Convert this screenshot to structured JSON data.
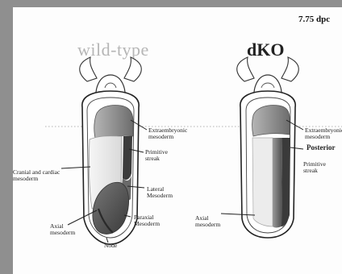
{
  "slide": {
    "stage_label": "7.75 dpc",
    "wildtype_title": "wild-type",
    "dko_title": "dKO"
  },
  "colors": {
    "background": "#8f8f8f",
    "slide": "#fdfdfd",
    "extraembryonic_mesoderm": "#8a8a8a",
    "primitive_streak": "#3c3c3c",
    "paraxial_mesoderm": "#4a4a4a",
    "cranial_mesoderm": "#e8e8e8",
    "axial_mesoderm": "#585858"
  },
  "wildtype_labels": {
    "extraembryonic_mesoderm": "Extraembryonic\nmesoderm",
    "primitive_streak": "Primitive\nstreak",
    "cranial_cardiac_mesoderm": "Cranial and cardiac\nmesoderm",
    "lateral_mesoderm": "Lateral\nMesoderm",
    "paraxial_mesoderm": "Paraxial\nMesoderm",
    "axial_mesoderm": "Axial\nmesoderm",
    "node": "Node"
  },
  "dko_labels": {
    "extraembryonic_mesoderm": "Extraembryonic\nmesoderm",
    "posterior": "Posterior",
    "primitive_streak": "Primitive\nstreak",
    "axial_mesoderm": "Axial\nmesoderm"
  }
}
